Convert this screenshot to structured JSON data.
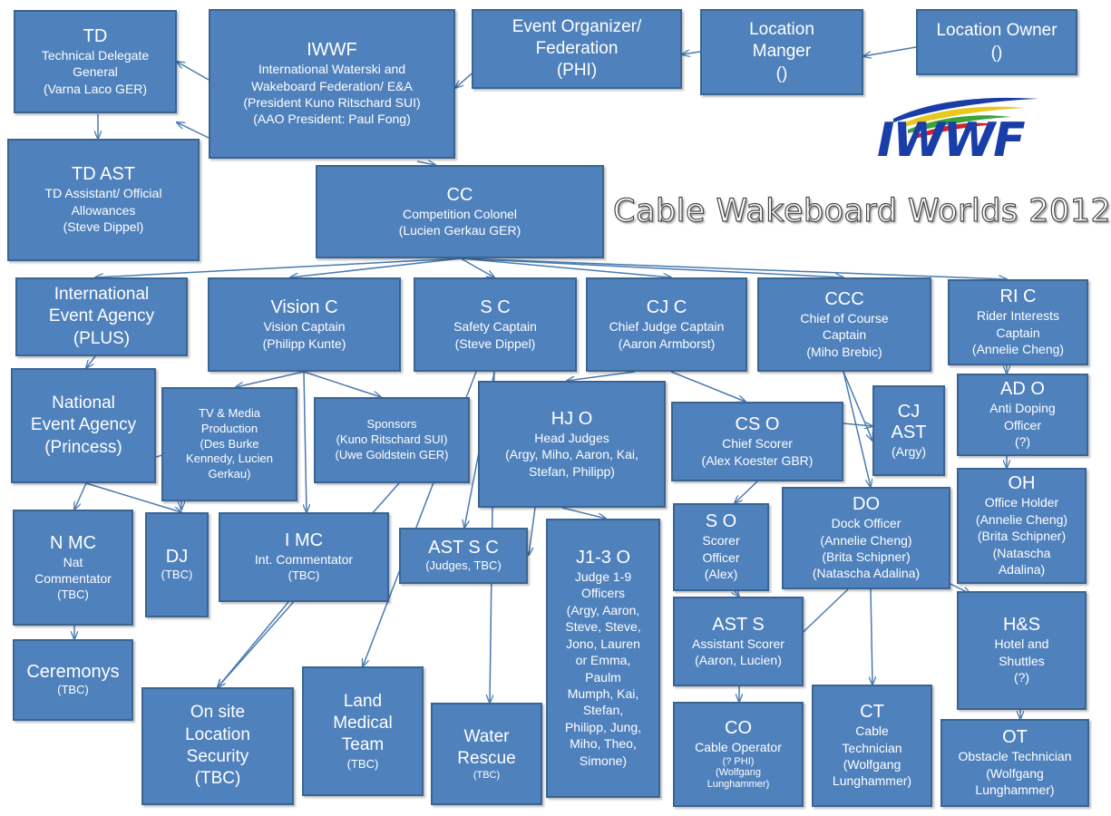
{
  "title": "Cable Wakeboard Worlds 2012",
  "logo_text": "IWWF",
  "box_color": "#4f81bd",
  "box_border_color": "#3a6493",
  "logo_colors": [
    "#1a3ea8",
    "#e8c81e",
    "#3aa33a",
    "#d9202a"
  ],
  "boxes": {
    "td": [
      "TD",
      "Technical Delegate",
      "General",
      "(Varna Laco GER)"
    ],
    "iwwf": [
      "IWWF",
      "International Waterski and",
      "Wakeboard Federation/ E&A",
      "(President Kuno Ritschard SUI)",
      "(AAO President: Paul Fong)"
    ],
    "event_org": [
      "Event Organizer/",
      "Federation",
      "(PHI)"
    ],
    "loc_manager": [
      "Location",
      "Manger",
      "()"
    ],
    "loc_owner": [
      "Location Owner",
      "()"
    ],
    "td_ast": [
      "TD AST",
      "TD Assistant/ Official",
      "Allowances",
      "(Steve Dippel)"
    ],
    "cc": [
      "CC",
      "Competition Colonel",
      "(Lucien Gerkau GER)"
    ],
    "iea": [
      "International",
      "Event Agency",
      "(PLUS)"
    ],
    "vision": [
      "Vision C",
      "Vision Captain",
      "(Philipp Kunte)"
    ],
    "sc": [
      "S C",
      "Safety Captain",
      "(Steve Dippel)"
    ],
    "cjc": [
      "CJ C",
      "Chief Judge Captain",
      "(Aaron Armborst)"
    ],
    "ccc": [
      "CCC",
      "Chief of Course",
      "Captain",
      "(Miho Brebic)"
    ],
    "ric": [
      "RI C",
      "Rider Interests",
      "Captain",
      "(Annelie Cheng)"
    ],
    "nea": [
      "National",
      "Event Agency",
      "(Princess)"
    ],
    "tv": [
      "TV & Media",
      "Production",
      "(Des Burke",
      "Kennedy, Lucien",
      "Gerkau)"
    ],
    "sponsors": [
      "Sponsors",
      "(Kuno Ritschard SUI)",
      "(Uwe Goldstein GER)"
    ],
    "hjo": [
      "HJ O",
      "Head Judges",
      "(Argy, Miho, Aaron, Kai,",
      "Stefan, Philipp)"
    ],
    "cso": [
      "CS O",
      "Chief Scorer",
      "(Alex Koester GBR)"
    ],
    "cj_ast": [
      "CJ",
      "AST",
      "(Argy)"
    ],
    "ado": [
      "AD O",
      "Anti Doping",
      "Officer",
      "(?)"
    ],
    "oh": [
      "OH",
      "Office Holder",
      "(Annelie Cheng)",
      "(Brita Schipner)",
      "(Natascha",
      "Adalina)"
    ],
    "nmc": [
      "N MC",
      "Nat",
      "Commentator",
      "(TBC)"
    ],
    "dj": [
      "DJ",
      "(TBC)"
    ],
    "imc": [
      "I MC",
      "Int. Commentator",
      "(TBC)"
    ],
    "ast_sc": [
      "AST S C",
      "(Judges, TBC)"
    ],
    "j13": [
      "J1-3 O",
      "Judge 1-9",
      "Officers",
      "(Argy, Aaron,",
      "Steve, Steve,",
      "Jono, Lauren",
      "or Emma,",
      "Paulm",
      "Mumph, Kai,",
      "Stefan,",
      "Philipp, Jung,",
      "Miho, Theo,",
      "Simone)"
    ],
    "so": [
      "S O",
      "Scorer",
      "Officer",
      "(Alex)"
    ],
    "do": [
      "DO",
      "Dock Officer",
      "(Annelie Cheng)",
      "(Brita Schipner)",
      "(Natascha Adalina)"
    ],
    "ast_s": [
      "AST S",
      "Assistant Scorer",
      "(Aaron, Lucien)"
    ],
    "hs": [
      "H&S",
      "Hotel and",
      "Shuttles",
      "(?)"
    ],
    "ceremonys": [
      "Ceremonys",
      "(TBC)"
    ],
    "security": [
      "On site",
      "Location",
      "Security",
      "(TBC)"
    ],
    "land_medical": [
      "Land",
      "Medical",
      "Team",
      "(TBC)"
    ],
    "water_rescue": [
      "Water",
      "Rescue",
      "(TBC)"
    ],
    "co": [
      "CO",
      "Cable Operator",
      "(? PHI)",
      "(Wolfgang",
      "Lunghammer)"
    ],
    "ct": [
      "CT",
      "Cable",
      "Technician",
      "(Wolfgang",
      "Lunghammer)"
    ],
    "ot": [
      "OT",
      "Obstacle Technician",
      "(Wolfgang",
      "Lunghammer)"
    ]
  }
}
